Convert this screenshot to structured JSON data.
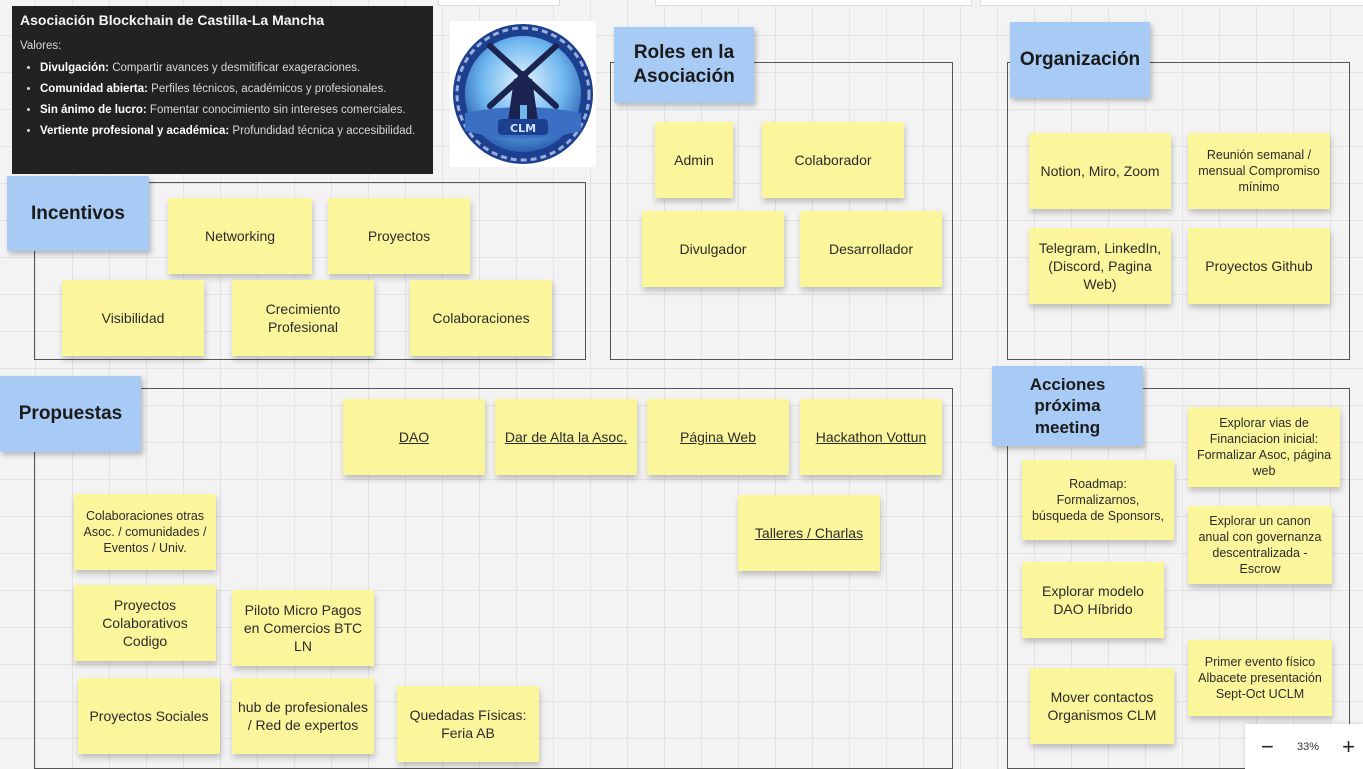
{
  "intro": {
    "title": "Asociación Blockchain de Castilla-La Mancha",
    "valores_label": "Valores:",
    "items": [
      {
        "bold": "Divulgación:",
        "text": " Compartir avances y desmitificar exageraciones."
      },
      {
        "bold": "Comunidad abierta:",
        "text": " Perfiles técnicos, académicos y profesionales."
      },
      {
        "bold": "Sin ánimo de lucro:",
        "text": " Fomentar conocimiento sin intereses comerciales."
      },
      {
        "bold": "Vertiente profesional y académica:",
        "text": " Profundidad técnica y accesibilidad."
      }
    ]
  },
  "logo": {
    "text": "CLM",
    "colors": {
      "ring": "#1d3f8f",
      "sky": "#6fb7ef",
      "mill": "#1b2450"
    }
  },
  "sections": {
    "incentivos": {
      "title": "Incentivos",
      "notes": [
        "Networking",
        "Proyectos",
        "Visibilidad",
        "Crecimiento Profesional",
        "Colaboraciones"
      ]
    },
    "roles": {
      "title": "Roles en la Asociación",
      "notes": [
        "Admin",
        "Colaborador",
        "Divulgador",
        "Desarrollador"
      ]
    },
    "organizacion": {
      "title": "Organización",
      "notes": [
        "Notion, Miro, Zoom",
        "Reunión semanal / mensual Compromiso mínimo",
        "Telegram, LinkedIn, (Discord, Pagina Web)",
        "Proyectos Github"
      ]
    },
    "propuestas": {
      "title": "Propuestas",
      "links": [
        "DAO",
        "Dar de Alta la Asoc.",
        "Página Web",
        "Hackathon Vottun",
        "Talleres / Charlas"
      ],
      "notes": [
        "Colaboraciones otras Asoc. / comunidades / Eventos / Univ.",
        "Proyectos Colaborativos Codigo",
        "Piloto Micro Pagos en Comercios BTC LN",
        "Proyectos Sociales",
        "hub de profesionales / Red de expertos",
        "Quedadas Físicas: Feria AB"
      ]
    },
    "acciones": {
      "title": "Acciones próxima meeting",
      "notes": [
        "Explorar vias de Financiacion inicial: Formalizar Asoc, página web",
        "Roadmap: Formalizarnos, búsqueda de Sponsors,",
        "Explorar un canon anual con governanza descentralizada - Escrow",
        "Explorar modelo DAO Híbrido",
        "Primer evento físico Albacete presentación Sept-Oct UCLM",
        "Mover contactos Organismos CLM"
      ]
    }
  },
  "zoom": {
    "minus": "−",
    "level": "33%",
    "plus": "+"
  },
  "colors": {
    "sticky": "#fbf59b",
    "header": "#a8cbf5",
    "frame": "#555555",
    "dark_panel": "#222222"
  }
}
